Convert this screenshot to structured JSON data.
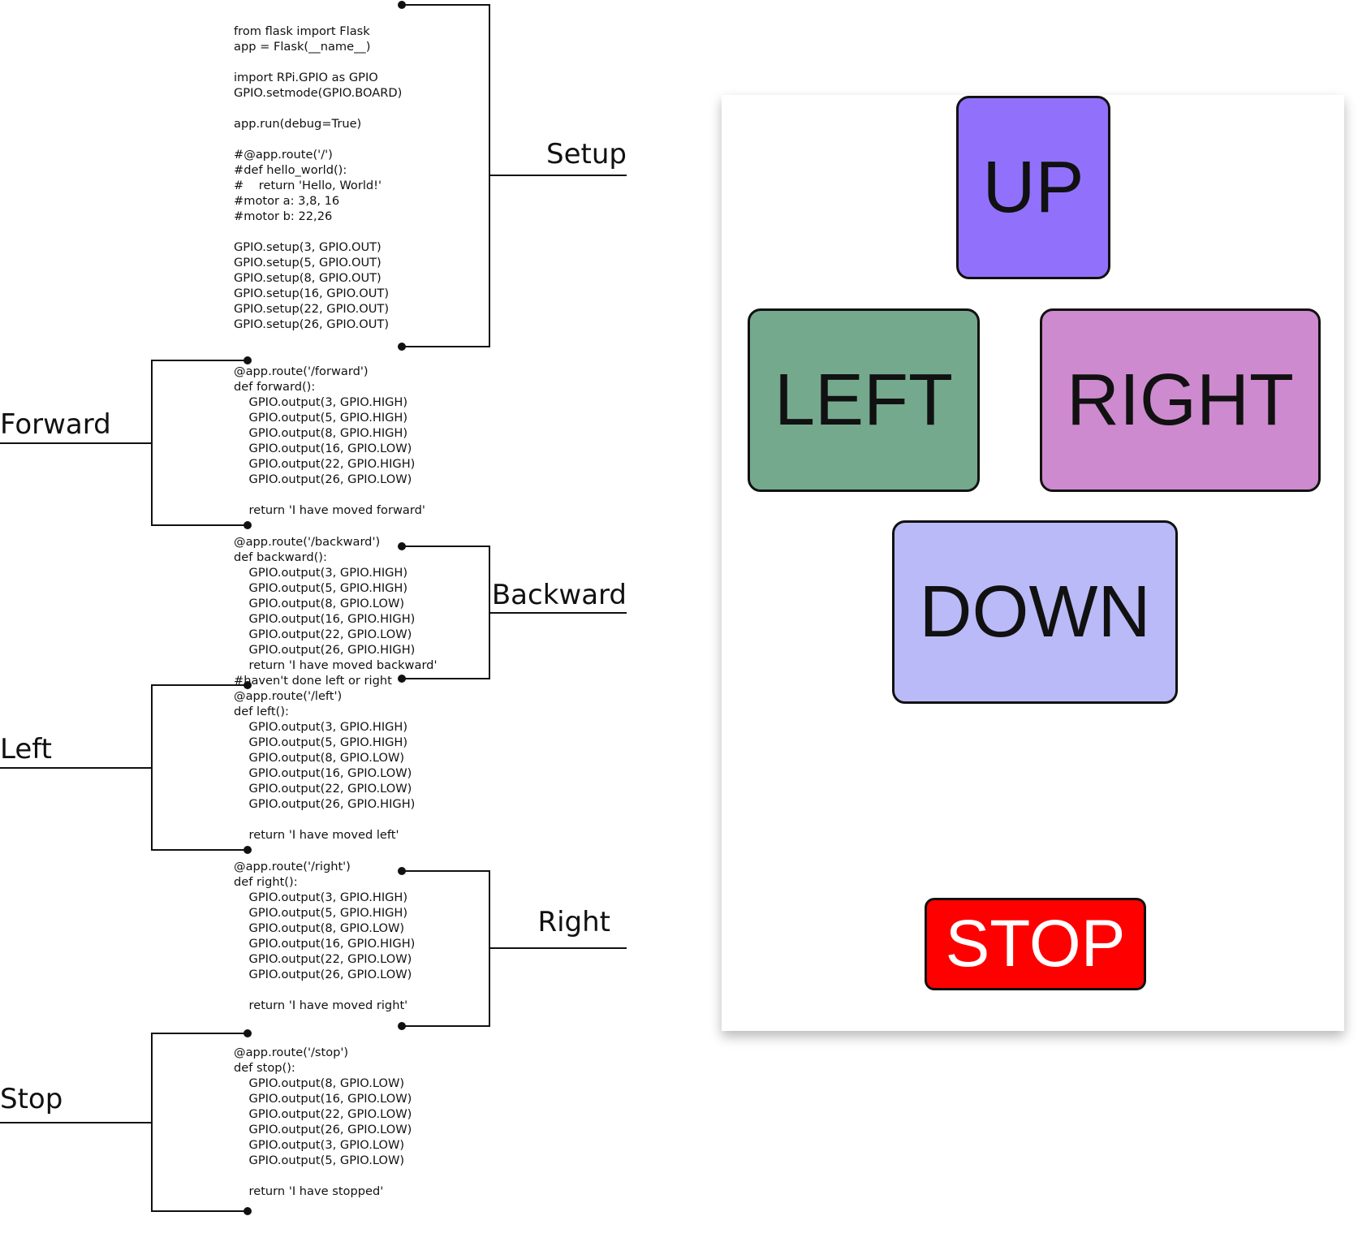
{
  "labels": {
    "setup": "Setup",
    "forward": "Forward",
    "backward": "Backward",
    "left": "Left",
    "right": "Right",
    "stop": "Stop"
  },
  "code": {
    "setup": "from flask import Flask\napp = Flask(__name__)\n\nimport RPi.GPIO as GPIO\nGPIO.setmode(GPIO.BOARD)\n\napp.run(debug=True)\n\n#@app.route('/')\n#def hello_world():\n#    return 'Hello, World!'\n#motor a: 3,8, 16\n#motor b: 22,26\n\nGPIO.setup(3, GPIO.OUT)\nGPIO.setup(5, GPIO.OUT)\nGPIO.setup(8, GPIO.OUT)\nGPIO.setup(16, GPIO.OUT)\nGPIO.setup(22, GPIO.OUT)\nGPIO.setup(26, GPIO.OUT)",
    "forward": "@app.route('/forward')\ndef forward():\n    GPIO.output(3, GPIO.HIGH)\n    GPIO.output(5, GPIO.HIGH)\n    GPIO.output(8, GPIO.HIGH)\n    GPIO.output(16, GPIO.LOW)\n    GPIO.output(22, GPIO.HIGH)\n    GPIO.output(26, GPIO.LOW)\n\n    return 'I have moved forward'",
    "backward": "@app.route('/backward')\ndef backward():\n    GPIO.output(3, GPIO.HIGH)\n    GPIO.output(5, GPIO.HIGH)\n    GPIO.output(8, GPIO.LOW)\n    GPIO.output(16, GPIO.HIGH)\n    GPIO.output(22, GPIO.LOW)\n    GPIO.output(26, GPIO.HIGH)\n    return 'I have moved backward'\n#haven't done left or right",
    "left": "@app.route('/left')\ndef left():\n    GPIO.output(3, GPIO.HIGH)\n    GPIO.output(5, GPIO.HIGH)\n    GPIO.output(8, GPIO.LOW)\n    GPIO.output(16, GPIO.LOW)\n    GPIO.output(22, GPIO.LOW)\n    GPIO.output(26, GPIO.HIGH)\n\n    return 'I have moved left'",
    "right": "@app.route('/right')\ndef right():\n    GPIO.output(3, GPIO.HIGH)\n    GPIO.output(5, GPIO.HIGH)\n    GPIO.output(8, GPIO.LOW)\n    GPIO.output(16, GPIO.HIGH)\n    GPIO.output(22, GPIO.LOW)\n    GPIO.output(26, GPIO.LOW)\n\n    return 'I have moved right'",
    "stop": "@app.route('/stop')\ndef stop():\n    GPIO.output(8, GPIO.LOW)\n    GPIO.output(16, GPIO.LOW)\n    GPIO.output(22, GPIO.LOW)\n    GPIO.output(26, GPIO.LOW)\n    GPIO.output(3, GPIO.LOW)\n    GPIO.output(5, GPIO.LOW)\n\n    return 'I have stopped'"
  },
  "controls": {
    "up": {
      "label": "UP",
      "color": "#9171fb"
    },
    "left": {
      "label": "LEFT",
      "color": "#74a98e"
    },
    "right": {
      "label": "RIGHT",
      "color": "#ce8ace"
    },
    "down": {
      "label": "DOWN",
      "color": "#babaf9"
    },
    "stop": {
      "label": "STOP",
      "color": "#ff0000"
    }
  }
}
